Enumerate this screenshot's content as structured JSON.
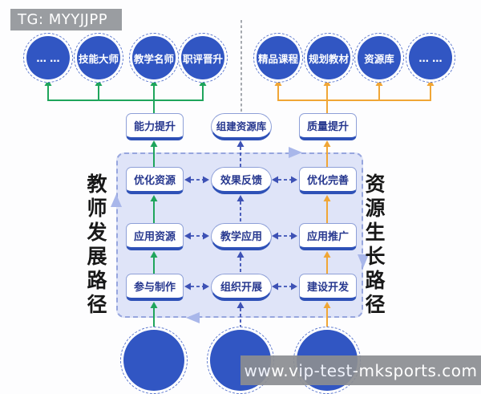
{
  "badge": {
    "label": "TG: MYYJJPP"
  },
  "watermark": {
    "label": "www.vip-test-mksports.com"
  },
  "paths": {
    "left_label": "教师发展路径",
    "right_label": "资源生长路径"
  },
  "top_circles": {
    "left": [
      "… …",
      "技能大师",
      "教学名师",
      "职评晋升"
    ],
    "right": [
      "精品课程",
      "规划教材",
      "资源库",
      "… …"
    ]
  },
  "mid_nodes": {
    "left": "能力提升",
    "center": "组建资源库",
    "right": "质量提升"
  },
  "matrix": {
    "rows": [
      {
        "left": "优化资源",
        "center": "效果反馈",
        "right": "优化完善"
      },
      {
        "left": "应用资源",
        "center": "教学应用",
        "right": "应用推广"
      },
      {
        "left": "参与制作",
        "center": "组织开展",
        "right": "建设开发"
      }
    ]
  },
  "colors": {
    "circle_blue": "#3156c3",
    "green": "#1fa55c",
    "orange": "#f0a636",
    "navy": "#27388f",
    "dashed_blue": "#3d51b5",
    "panel_bg": "#dfe4f8",
    "panel_border": "#97a6de",
    "light_arrow": "#a9b7ea",
    "badge_bg": "#9a9da1",
    "watermark_bg": "#8c8e92"
  }
}
